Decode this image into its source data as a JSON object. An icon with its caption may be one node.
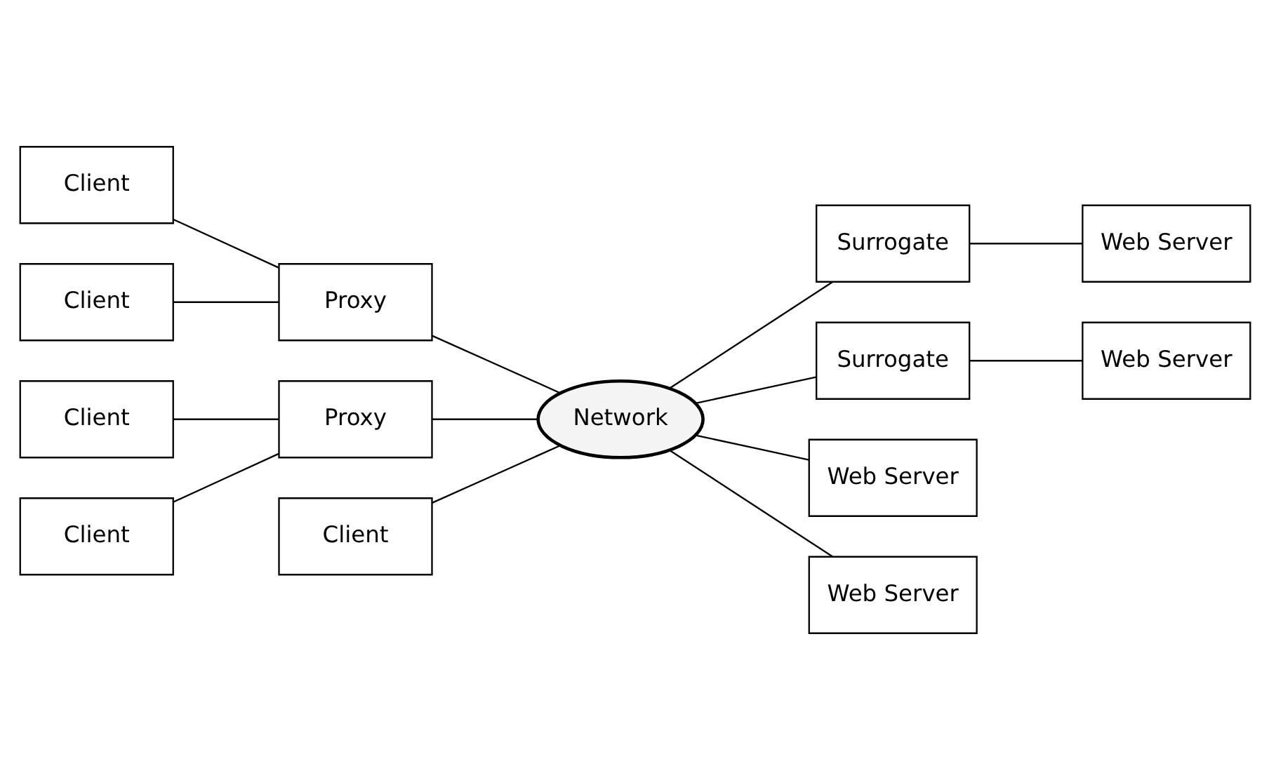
{
  "diagram": {
    "nodes": [
      {
        "text": [
          "Client"
        ]
      },
      {
        "text": [
          "Client"
        ]
      },
      {
        "text": [
          "Proxy"
        ]
      },
      {
        "text": [
          "Client"
        ]
      },
      {
        "text": [
          "Client"
        ]
      },
      {
        "text": [
          "Proxy"
        ]
      },
      {
        "text": [
          "Client"
        ]
      },
      {
        "text": [
          "Network"
        ]
      },
      {
        "text": [
          "Surrogate"
        ]
      },
      {
        "text": [
          "Web Server"
        ]
      },
      {
        "text": [
          "Surrogate"
        ]
      },
      {
        "text": [
          "Web Server"
        ]
      },
      {
        "text": [
          "Web Server"
        ]
      },
      {
        "text": [
          "Web Server"
        ]
      }
    ],
    "edges": [
      {
        "from": 0,
        "to": 2,
        "arrow": "none"
      },
      {
        "from": 1,
        "to": 2,
        "arrow": "none"
      },
      {
        "from": 2,
        "to": 7,
        "arrow": "none"
      },
      {
        "from": 3,
        "to": 5,
        "arrow": "none"
      },
      {
        "from": 4,
        "to": 5,
        "arrow": "none"
      },
      {
        "from": 5,
        "to": 7,
        "arrow": "none"
      },
      {
        "from": 6,
        "to": 7,
        "arrow": "none"
      },
      {
        "from": 7,
        "to": 8,
        "arrow": "none"
      },
      {
        "from": 8,
        "to": 9,
        "arrow": "none"
      },
      {
        "from": 7,
        "to": 10,
        "arrow": "none"
      },
      {
        "from": 10,
        "to": 11,
        "arrow": "none"
      },
      {
        "from": 7,
        "to": 12,
        "arrow": "none"
      },
      {
        "from": 7,
        "to": 13,
        "arrow": "none"
      }
    ]
  }
}
